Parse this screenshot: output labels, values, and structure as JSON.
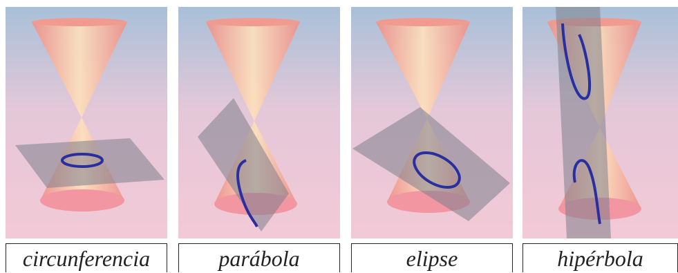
{
  "figure": {
    "panels": [
      {
        "caption": "circunferencia",
        "curve": "circle"
      },
      {
        "caption": "parábola",
        "curve": "parabola"
      },
      {
        "caption": "elipse",
        "curve": "ellipse"
      },
      {
        "caption": "hipérbola",
        "curve": "hyperbola"
      }
    ],
    "colors": {
      "cone": "#f29a8e",
      "cone_highlight": "#fde0b8",
      "plane": "#7d7f8c",
      "curve": "#2a2fa0",
      "background_top": "#a8c0d8",
      "background_bottom": "#f3c7d6"
    }
  }
}
